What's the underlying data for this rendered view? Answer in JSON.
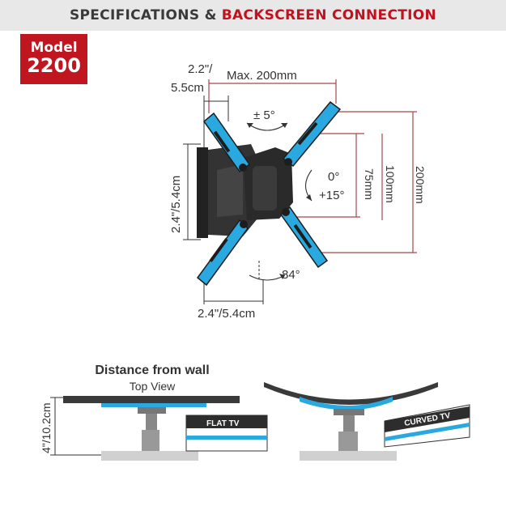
{
  "header": {
    "title_part1": "SPECIFICATIONS &",
    "title_part2": "BACKSCREEN CONNECTION"
  },
  "badge": {
    "line1": "Model",
    "line2": "2200"
  },
  "dims": {
    "top_depth": "2.2\"/",
    "top_depth_cm": "5.5cm",
    "max_width": "Max. 200mm",
    "tilt_side": "± 5°",
    "tilt_angle_0": "0°",
    "tilt_angle_15": "+15°",
    "h75": "75mm",
    "h100": "100mm",
    "h200": "200mm",
    "left_height": "2.4\"/5.4cm",
    "bottom_width": "2.4\"/5.4cm",
    "swivel": "84°"
  },
  "wall_section": {
    "title": "Distance from wall",
    "subtitle": "Top View",
    "distance": "4\"/10.2cm",
    "flat_label": "FLAT TV",
    "curved_label": "CURVED TV"
  },
  "colors": {
    "accent_blue": "#29a9e0",
    "red": "#c1121f",
    "dim_red": "#a5484b",
    "dark": "#2c2c2c"
  }
}
